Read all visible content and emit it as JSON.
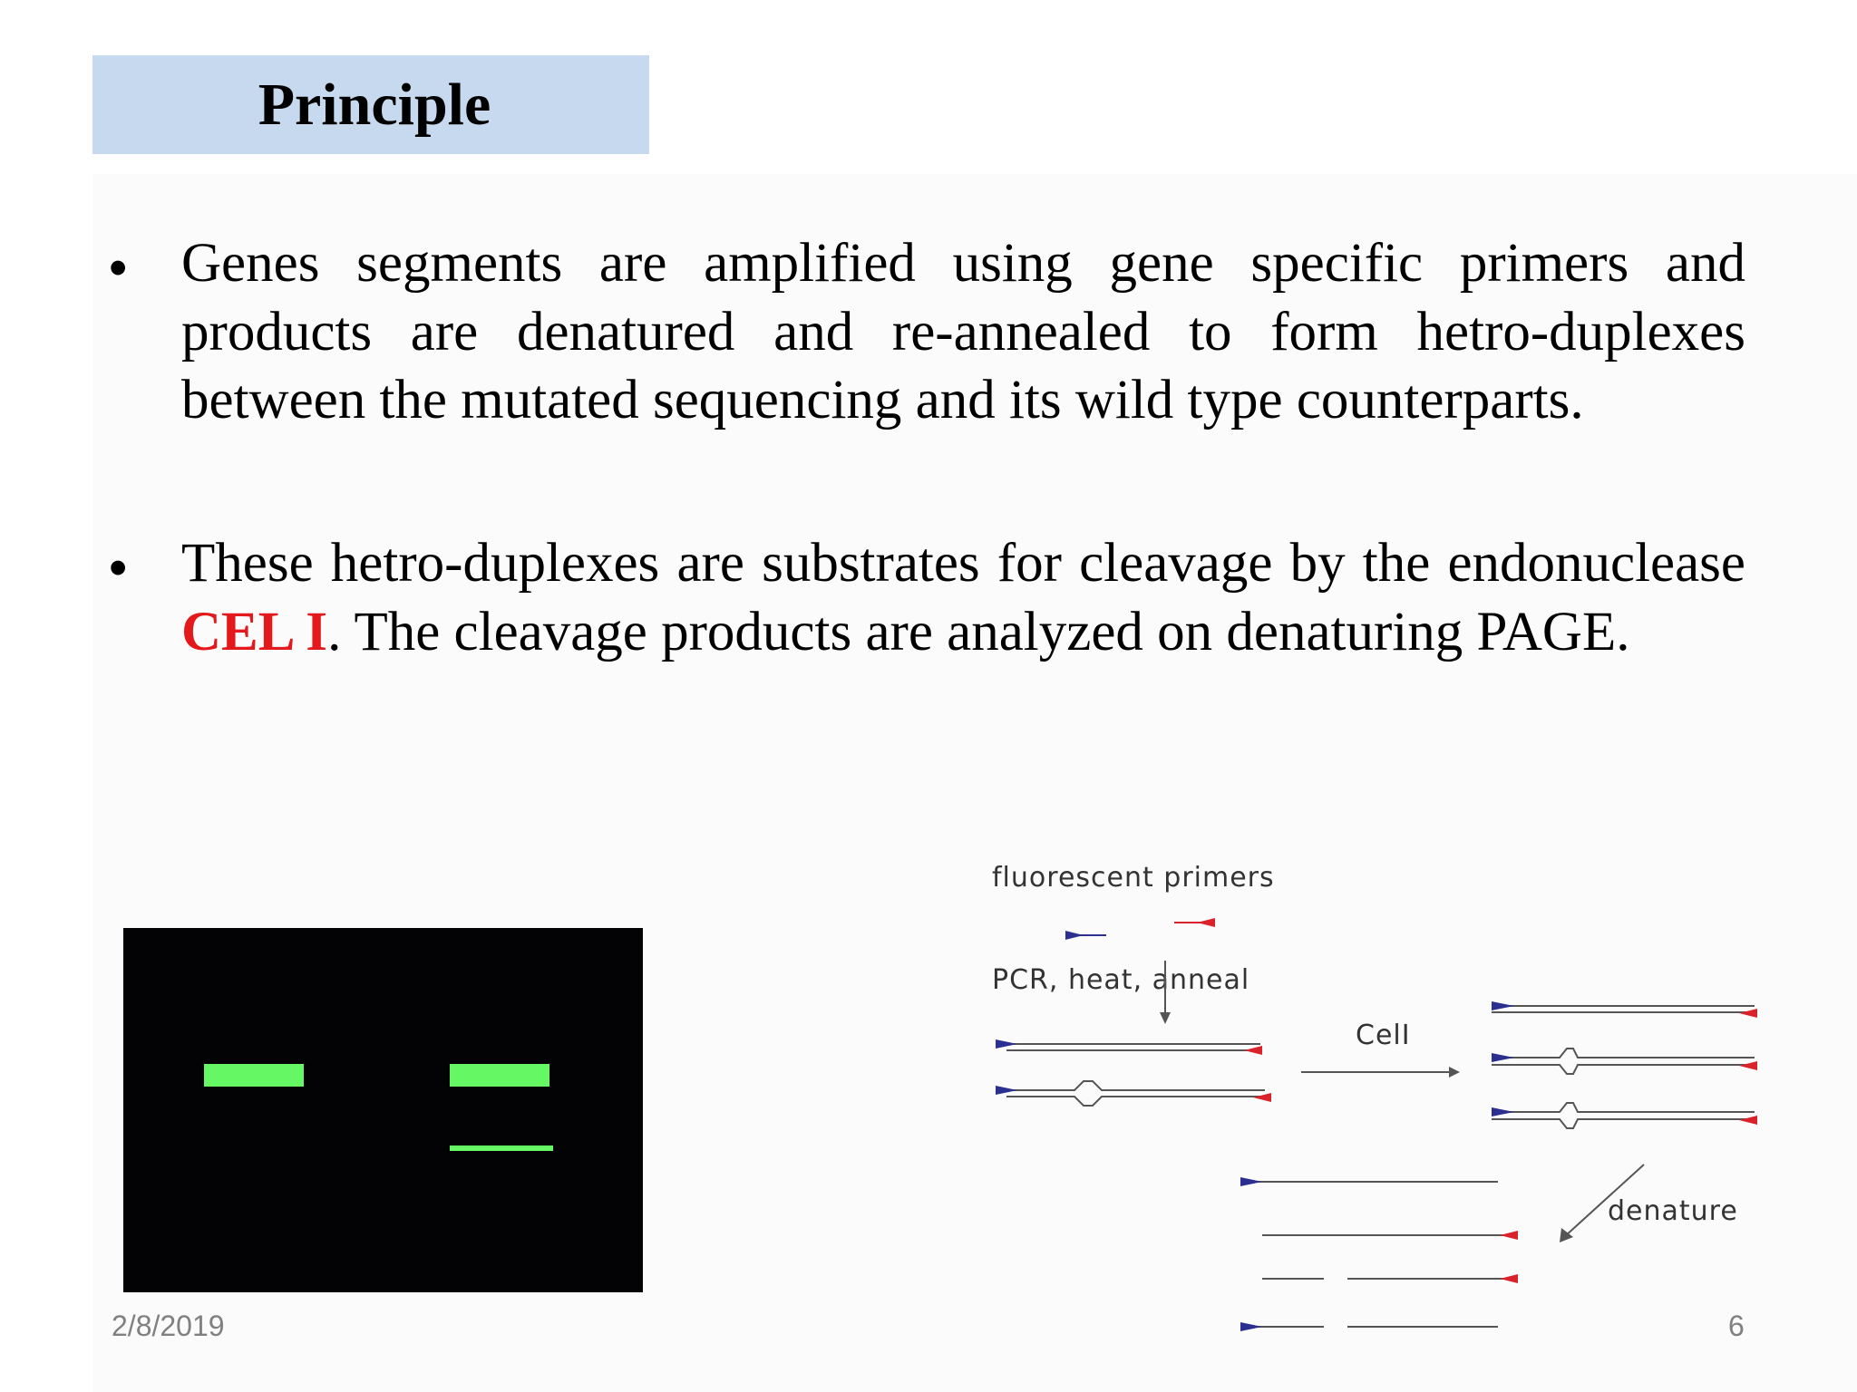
{
  "title": "Principle",
  "bullets": [
    {
      "text": "Genes segments are amplified using gene specific primers and products are denatured and re-annealed to form hetro-duplexes between the mutated sequencing and its wild type counterparts."
    },
    {
      "text_before": "These hetro-duplexes are substrates for cleavage by the endonuclease ",
      "highlight": "CEL I",
      "text_after": ". The  cleavage products are analyzed on denaturing PAGE."
    }
  ],
  "bullet_glyph": "•",
  "diagram": {
    "label_primers": "fluorescent primers",
    "label_pcr": "PCR, heat, anneal",
    "label_enzyme": "CelI",
    "label_denature": "denature"
  },
  "footer": {
    "date": "2/8/2019",
    "page_number": "6"
  },
  "colors": {
    "title_bg": "#c6d9ee",
    "highlight": "#e3191c",
    "gel_bg": "#030305",
    "gel_band": "#66f764",
    "primer_forward": "#2b2f8f",
    "primer_reverse": "#d9222a"
  }
}
